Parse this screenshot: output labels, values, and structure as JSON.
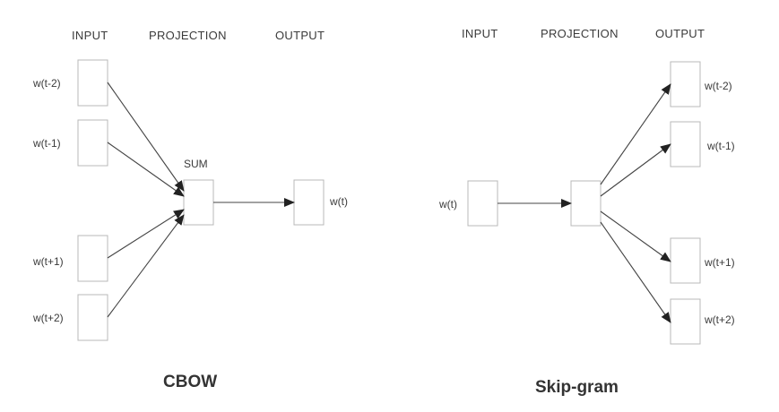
{
  "cbow": {
    "headers": {
      "input": "INPUT",
      "projection": "PROJECTION",
      "output": "OUTPUT"
    },
    "inputs": [
      "w(t-2)",
      "w(t-1)",
      "w(t+1)",
      "w(t+2)"
    ],
    "projection_label": "SUM",
    "output": "w(t)",
    "title": "CBOW"
  },
  "skipgram": {
    "headers": {
      "input": "INPUT",
      "projection": "PROJECTION",
      "output": "OUTPUT"
    },
    "input": "w(t)",
    "outputs": [
      "w(t-2)",
      "w(t-1)",
      "w(t+1)",
      "w(t+2)"
    ],
    "title": "Skip-gram"
  },
  "colors": {
    "line": "#444444",
    "box": "#b8b8b8",
    "text": "#3a3a3a"
  }
}
